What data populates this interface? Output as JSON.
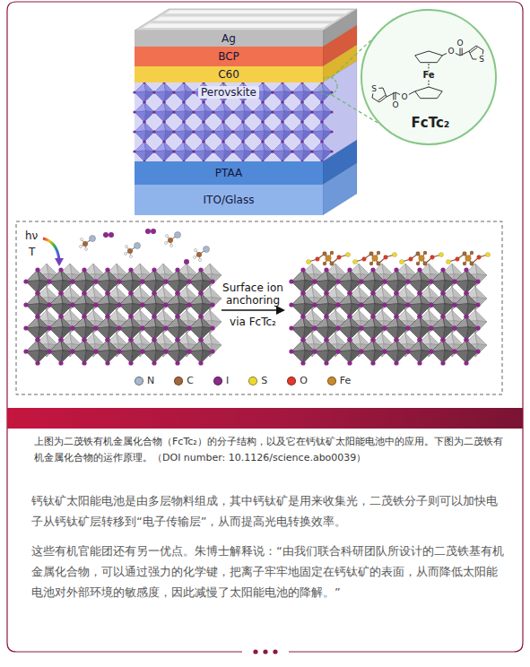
{
  "diagram": {
    "caption": "上图为二茂铁有机金属化合物（FcTc₂）的分子结构，以及它在钙钛矿太阳能电池中的应用。下图为二茂铁有机金属化合物的运作原理。（DOI number: 10.1126/science.abo0039）",
    "nodes": [
      {
        "text": [
          "Ag"
        ]
      },
      {
        "text": [
          "BCP"
        ]
      },
      {
        "text": [
          "C60"
        ]
      },
      {
        "text": [
          "Perovskite"
        ]
      },
      {
        "text": [
          "PTAA"
        ]
      },
      {
        "text": [
          "ITO/Glass"
        ]
      },
      {
        "text": [
          "S",
          "O",
          "O",
          "Fe",
          "O",
          "O",
          "S",
          "FcTc₂"
        ]
      }
    ],
    "labels": [
      "hν",
      "T",
      "Surface ion anchoring",
      "via FcTc₂",
      "钙钛矿太阳能电池是由多层物料组成，其中钙钛矿是用来收集光，二茂铁分子则可以加快电子从钙钛矿层转移到“电子传输层”，从而提高光电转换效率。",
      "这些有机官能团还有另一优点。朱博士解释说：“由我们联合科研团队所设计的二茂铁基有机金属化合物，可以通过强力的化学键，把离子牢牢地固定在钙钛矿的表面，从而降低太阳能电池对外部环境的敏感度，因此减慢了太阳能电池的降解。”"
    ],
    "legend": [
      {
        "text": "N",
        "color": "#a8b8cc"
      },
      {
        "text": "C",
        "color": "#a0673a"
      },
      {
        "text": "I",
        "color": "#8a2a8a"
      },
      {
        "text": "S",
        "color": "#ecd832"
      },
      {
        "text": "O",
        "color": "#e03a2a"
      },
      {
        "text": "Fe",
        "color": "#c98a2a"
      }
    ]
  }
}
